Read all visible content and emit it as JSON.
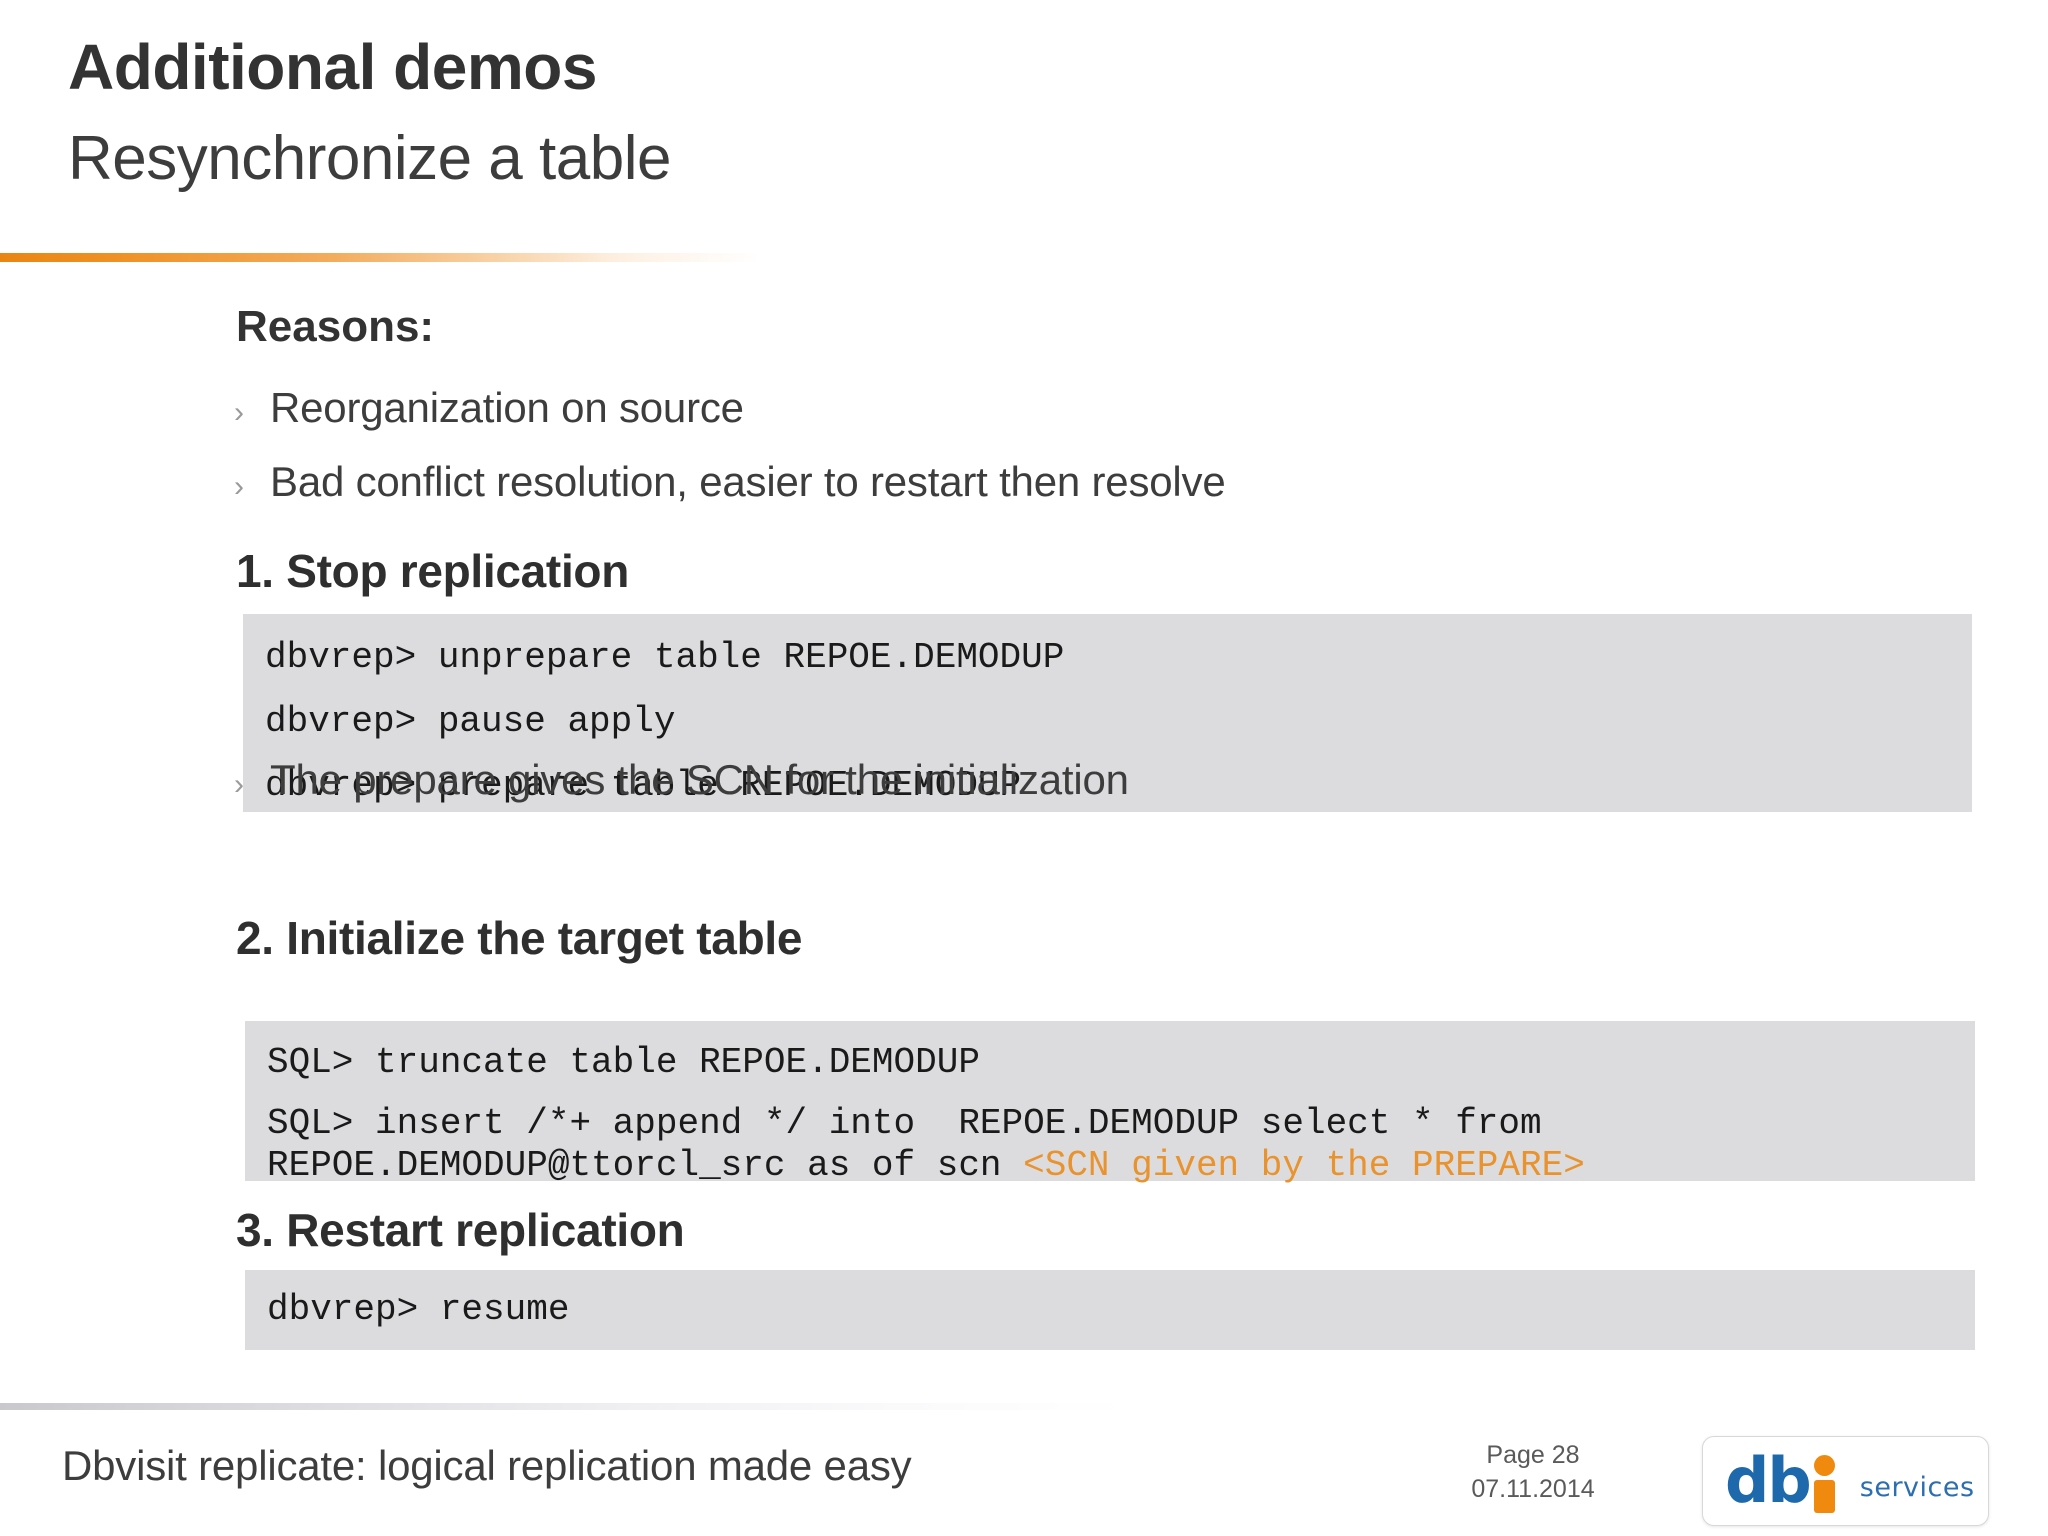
{
  "slide": {
    "title_main": "Additional demos",
    "title_sub": "Resynchronize a table",
    "accent_color": "#ea8512",
    "code_bg_color": "#dcdcdf",
    "highlight_color": "#e8932e"
  },
  "reasons": {
    "heading": "Reasons:",
    "bullet_glyph": "›",
    "items": [
      "Reorganization on source",
      "Bad conflict resolution, easier to restart then resolve"
    ]
  },
  "steps": [
    {
      "heading": "1. Stop replication",
      "code": [
        "dbvrep> unprepare table REPOE.DEMODUP",
        "dbvrep> pause apply",
        "dbvrep> prepare table REPOE.DEMODUP"
      ],
      "note": "The prepare gives the SCN for the initialization"
    },
    {
      "heading": "2. Initialize the target table",
      "code": [
        "SQL> truncate table REPOE.DEMODUP",
        "SQL> insert /*+ append */ into  REPOE.DEMODUP select * from",
        "REPOE.DEMODUP@ttorcl_src as of scn "
      ],
      "code_highlight": "<SCN given by the PREPARE>"
    },
    {
      "heading": "3. Restart replication",
      "code": [
        "dbvrep> resume"
      ]
    }
  ],
  "footer": {
    "title": "Dbvisit replicate: logical replication made easy",
    "page_label": "Page 28",
    "date": "07.11.2014",
    "logo": {
      "wordmark": "db",
      "wordmark_accent": "i",
      "tagline": "services",
      "brand_blue": "#1e68ac",
      "brand_orange": "#f08a0e"
    }
  }
}
